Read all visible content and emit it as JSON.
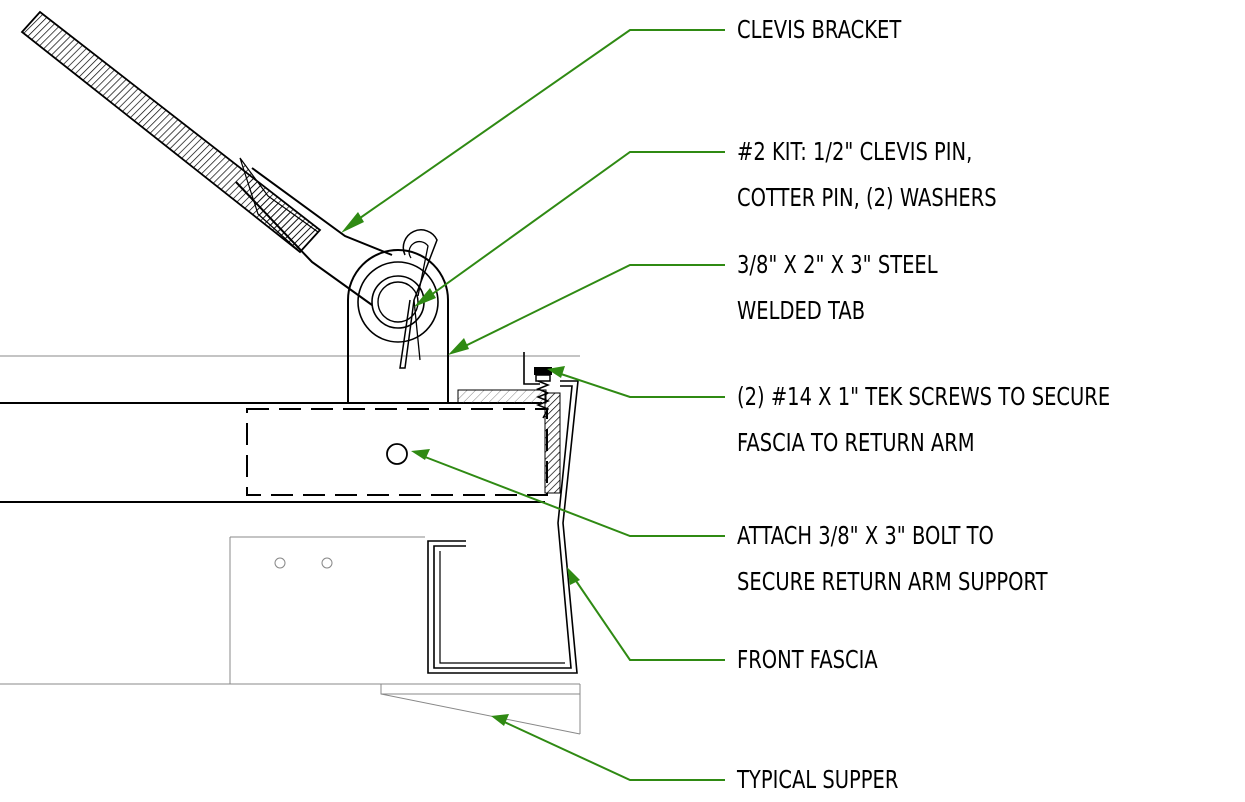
{
  "labels": {
    "clevis_bracket": "CLEVIS BRACKET",
    "kit_line1": "#2 KIT: 1/2\" CLEVIS PIN,",
    "kit_line2": "COTTER PIN, (2) WASHERS",
    "tab_line1": "3/8\" X 2\" X 3\" STEEL",
    "tab_line2": "WELDED TAB",
    "screws_line1": "(2) #14 X 1\" TEK SCREWS TO SECURE",
    "screws_line2": "FASCIA TO RETURN ARM",
    "bolt_line1": "ATTACH 3/8\" X 3\" BOLT TO",
    "bolt_line2": "SECURE RETURN ARM SUPPORT",
    "front_fascia": "FRONT FASCIA",
    "typical_supper": "TYPICAL SUPPER"
  },
  "colors": {
    "leader": "#2f8a13",
    "linework": "#000000",
    "background": "#ffffff"
  }
}
